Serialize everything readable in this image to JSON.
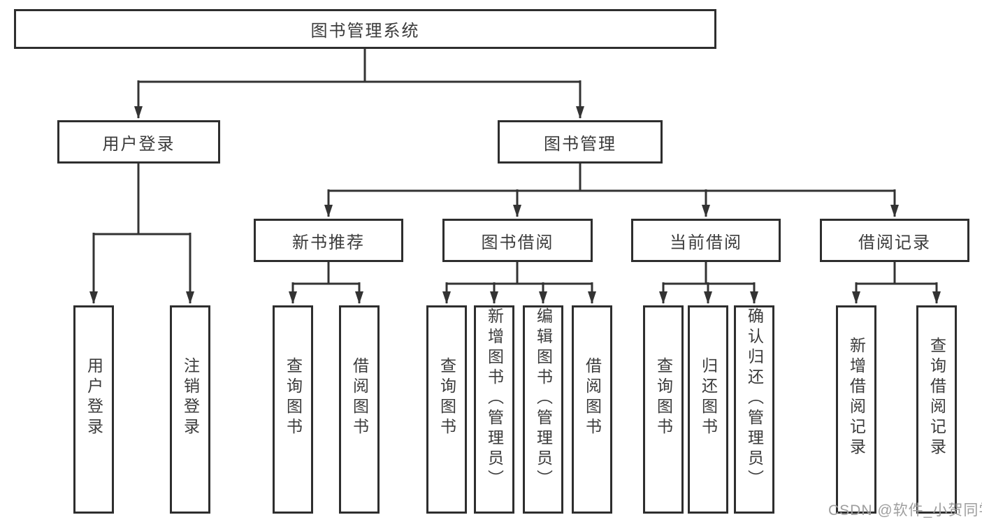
{
  "diagram": {
    "root": {
      "label": "图书管理系统"
    },
    "branches": [
      {
        "label": "用户登录",
        "children": [
          {
            "label": "用户登录"
          },
          {
            "label": "注销登录"
          }
        ]
      },
      {
        "label": "图书管理",
        "children": [
          {
            "label": "新书推荐",
            "children": [
              {
                "label": "查询图书"
              },
              {
                "label": "借阅图书"
              }
            ]
          },
          {
            "label": "图书借阅",
            "children": [
              {
                "label": "查询图书"
              },
              {
                "label": "新增图书（管理员）"
              },
              {
                "label": "编辑图书（管理员）"
              },
              {
                "label": "借阅图书"
              }
            ]
          },
          {
            "label": "当前借阅",
            "children": [
              {
                "label": "查询图书"
              },
              {
                "label": "归还图书"
              },
              {
                "label": "确认归还（管理员）"
              }
            ]
          },
          {
            "label": "借阅记录",
            "children": [
              {
                "label": "新增借阅记录"
              },
              {
                "label": "查询借阅记录"
              }
            ]
          }
        ]
      }
    ]
  },
  "watermark": {
    "text": "CSDN @软件_小贺同学"
  },
  "colors": {
    "line": "#333333",
    "box_border": "#2e2e2e",
    "text": "#3b3b3b",
    "watermark": "#9e9e9e",
    "background": "#ffffff"
  }
}
